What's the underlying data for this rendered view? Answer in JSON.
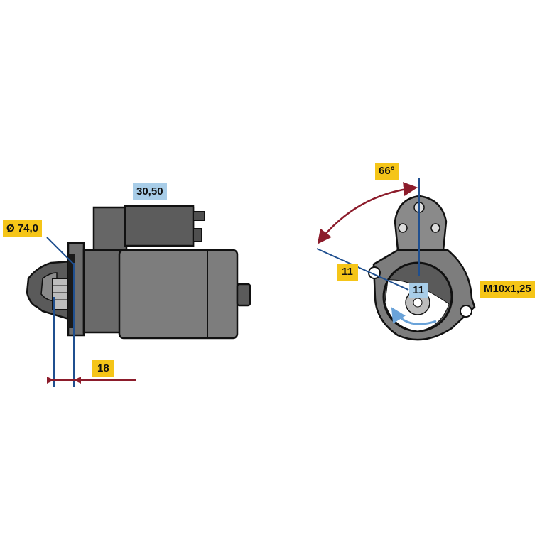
{
  "labels": {
    "diameter": "Ø 74,0",
    "solenoid_length": "30,50",
    "flange_offset": "18",
    "angle": "66°",
    "bolt_left": "11",
    "pinion_teeth": "11",
    "thread": "M10x1,25"
  },
  "colors": {
    "yellow_label": "#f5c518",
    "blue_label": "#a8cde8",
    "dim_blue": "#1f4f8f",
    "dim_red": "#8c1c2b",
    "body_grey": "#7d7d7d",
    "dark_grey": "#5a5a5a",
    "light_grey": "#bcbcbc",
    "outline": "#111111"
  }
}
